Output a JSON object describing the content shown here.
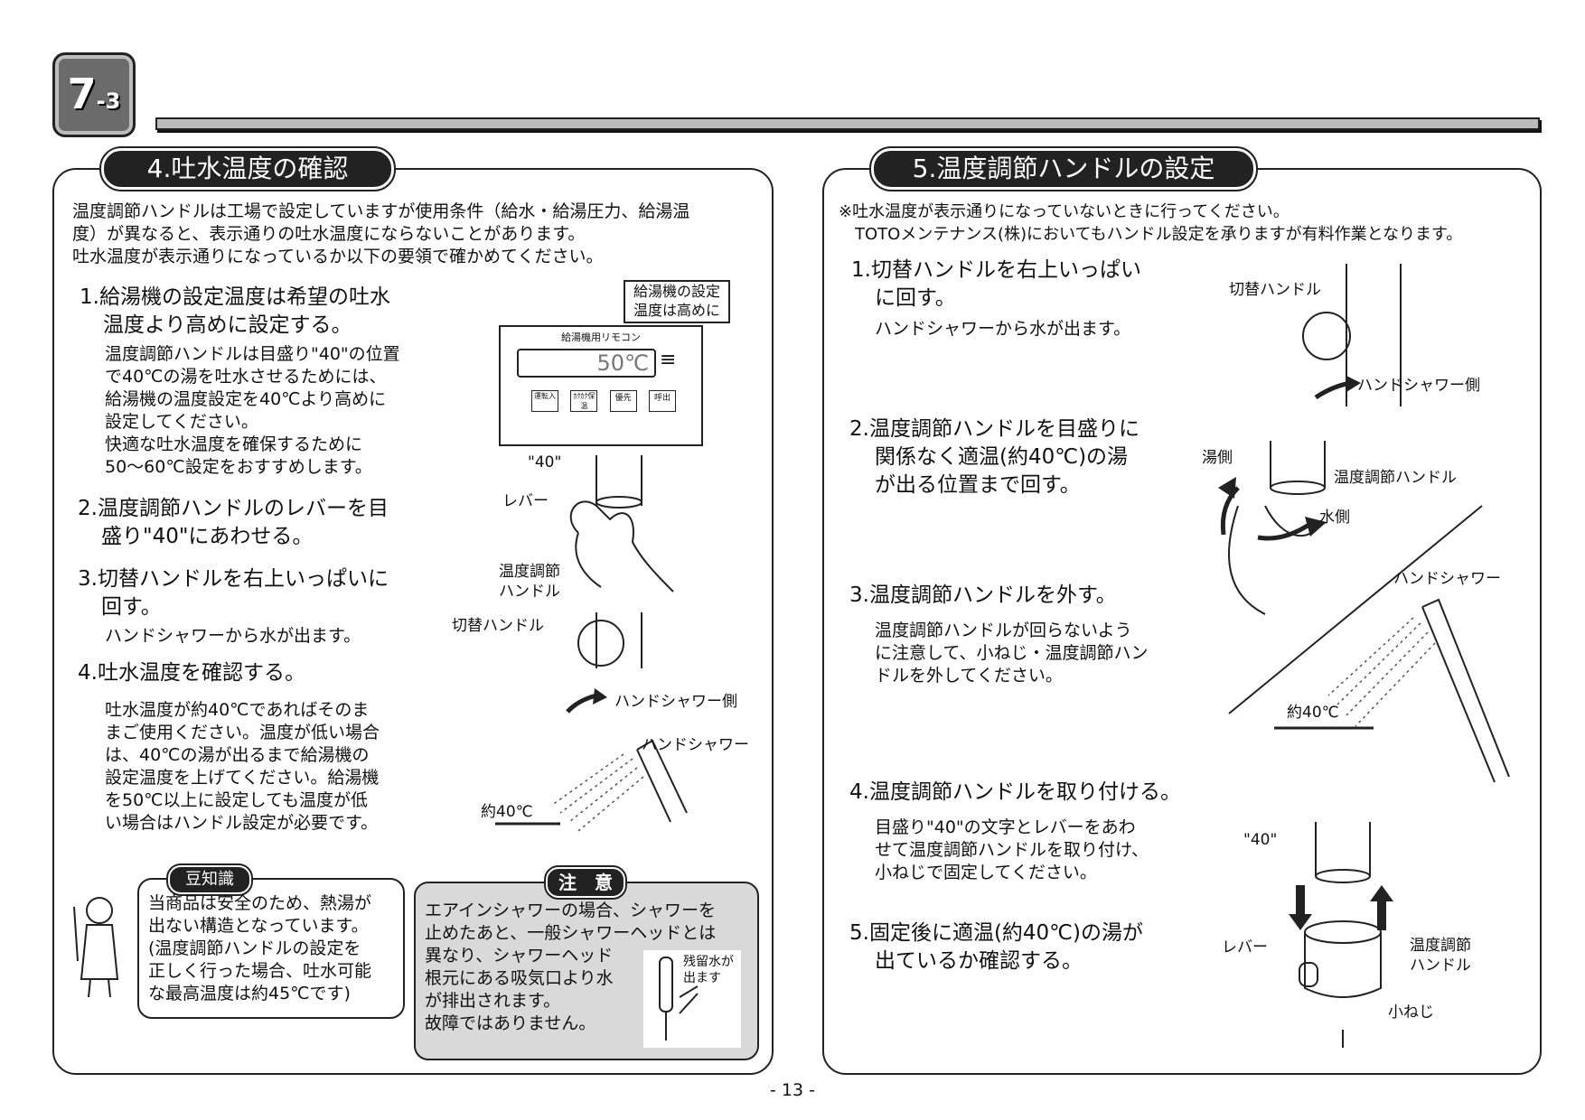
{
  "header": {
    "badge_main": "7",
    "badge_sub": "-3"
  },
  "left": {
    "title": "4.吐水温度の確認",
    "intro": [
      "温度調節ハンドルは工場で設定していますが使用条件（給水・給湯圧力、給湯温",
      "度）が異なると、表示通りの吐水温度にならないことがあります。",
      "吐水温度が表示通りになっているか以下の要領で確かめてください。"
    ],
    "step1": {
      "title": [
        "1.給湯機の設定温度は希望の吐水",
        "温度より高めに設定する。"
      ],
      "body": [
        "温度調節ハンドルは目盛り\"40\"の位置",
        "で40℃の湯を吐水させるためには、",
        "給湯機の温度設定を40℃より高めに",
        "設定してください。",
        "快適な吐水温度を確保するために",
        "50〜60℃設定をおすすめします。"
      ]
    },
    "step2": {
      "title": [
        "2.温度調節ハンドルのレバーを目",
        "盛り\"40\"にあわせる。"
      ]
    },
    "step3": {
      "title": [
        "3.切替ハンドルを右上いっぱいに",
        "回す。"
      ],
      "body": "ハンドシャワーから水が出ます。"
    },
    "step4": {
      "title": "4.吐水温度を確認する。",
      "body": [
        "吐水温度が約40℃であればそのま",
        "まご使用ください。温度が低い場合",
        "は、40℃の湯が出るまで給湯機の",
        "設定温度を上げてください。給湯機",
        "を50℃以上に設定しても温度が低",
        "い場合はハンドル設定が必要です。"
      ]
    },
    "remote": {
      "callout": [
        "給湯機の設定",
        "温度は高めに"
      ],
      "name": "給湯機用リモコン",
      "display": "50℃",
      "buttons": [
        "運転入",
        "ｶｸｶｸ保温",
        "優先",
        "呼出"
      ]
    },
    "labels": {
      "mark40": "\"40\"",
      "lever": "レバー",
      "temp_handle": [
        "温度調節",
        "ハンドル"
      ],
      "switch_handle": "切替ハンドル",
      "shower_side": "ハンドシャワー側",
      "hand_shower": "ハンドシャワー",
      "approx40": "約40℃"
    },
    "tip": {
      "tag": "豆知識",
      "lines": [
        "当商品は安全のため、熱湯が",
        "出ない構造となっています。",
        "(温度調節ハンドルの設定を",
        " 正しく行った場合、吐水可能",
        " な最高温度は約45℃です)"
      ]
    },
    "caution": {
      "tag": "注　意",
      "lines": [
        "エアインシャワーの場合、シャワーを",
        "止めたあと、一般シャワーヘッドとは",
        "異なり、シャワーヘッド",
        "根元にある吸気口より水",
        "が排出されます。",
        "故障ではありません。"
      ],
      "residual": [
        "残留水が",
        "出ます"
      ]
    }
  },
  "right": {
    "title": "5.温度調節ハンドルの設定",
    "notes": [
      "※吐水温度が表示通りになっていないときに行ってください。",
      "　TOTOメンテナンス(株)においてもハンドル設定を承りますが有料作業となります。"
    ],
    "step1": {
      "title": [
        "1.切替ハンドルを右上いっぱい",
        "に回す。"
      ],
      "body": "ハンドシャワーから水が出ます。"
    },
    "step2": {
      "title": [
        "2.温度調節ハンドルを目盛りに",
        "関係なく適温(約40℃)の湯",
        "が出る位置まで回す。"
      ]
    },
    "step3": {
      "title": "3.温度調節ハンドルを外す。",
      "body": [
        "温度調節ハンドルが回らないよう",
        "に注意して、小ねじ・温度調節ハン",
        "ドルを外してください。"
      ]
    },
    "step4": {
      "title": "4.温度調節ハンドルを取り付ける。",
      "body": [
        "目盛り\"40\"の文字とレバーをあわ",
        "せて温度調節ハンドルを取り付け、",
        "小ねじで固定してください。"
      ]
    },
    "step5": {
      "title": [
        "5.固定後に適温(約40℃)の湯が",
        "出ているか確認する。"
      ]
    },
    "labels": {
      "switch_handle": "切替ハンドル",
      "shower_side": "ハンドシャワー側",
      "hot_side": "湯側",
      "temp_handle": "温度調節ハンドル",
      "cold_side": "水側",
      "hand_shower": "ハンドシャワー",
      "approx40": "約40℃",
      "mark40": "\"40\"",
      "lever": "レバー",
      "temp_handle2": [
        "温度調節",
        "ハンドル"
      ],
      "screw": "小ねじ"
    }
  },
  "footer": {
    "page": "- 13 -"
  }
}
